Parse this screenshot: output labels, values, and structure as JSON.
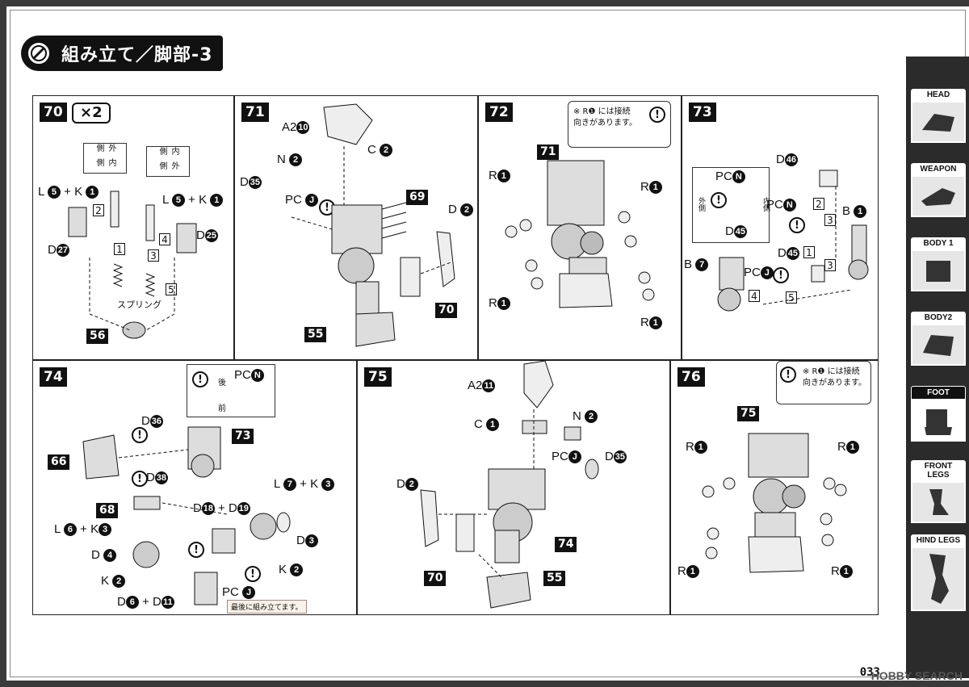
{
  "header": {
    "title": "組み立て／脚部-3"
  },
  "steps": [
    {
      "num": "70",
      "mult": "×2",
      "labels": {
        "l5k1": [
          "L",
          "5",
          "+",
          "K",
          "1"
        ],
        "l5k1b": [
          "L",
          "5",
          "+",
          "K",
          "1"
        ],
        "d27": [
          "D",
          "27"
        ],
        "d25": [
          "D",
          "25"
        ],
        "outer_inner_a": [
          "外側",
          "内側"
        ],
        "inner_outer_b": [
          "内側",
          "外側"
        ],
        "spring": "スプリング",
        "part56": "56",
        "seq": [
          "1",
          "2",
          "3",
          "4",
          "5"
        ]
      }
    },
    {
      "num": "71",
      "labels": {
        "a2_10": [
          "A2",
          "10"
        ],
        "n2": [
          "N",
          "2"
        ],
        "c2": [
          "C",
          "2"
        ],
        "d35": [
          "D",
          "35"
        ],
        "pcj": [
          "PC",
          "J"
        ],
        "d2": [
          "D",
          "2"
        ],
        "p69": "69",
        "p70": "70",
        "p55": "55"
      }
    },
    {
      "num": "72",
      "note": "※ R❶ には接続向きがあります。",
      "labels": {
        "p71": "71",
        "r1": [
          "R",
          "1"
        ]
      }
    },
    {
      "num": "73",
      "labels": {
        "d46": [
          "D",
          "46"
        ],
        "pcn": [
          "PC",
          "N"
        ],
        "outer": "外側",
        "inner": "内側",
        "d45": [
          "D",
          "45"
        ],
        "pcn2": [
          "PC",
          "N"
        ],
        "d45b": [
          "D",
          "45"
        ],
        "b1": [
          "B",
          "1"
        ],
        "b7": [
          "B",
          "7"
        ],
        "pcj": [
          "PC",
          "J"
        ],
        "seq": [
          "1",
          "2",
          "3",
          "4",
          "5"
        ]
      }
    },
    {
      "num": "74",
      "labels": {
        "back": "後",
        "front": "前",
        "pcn": [
          "PC",
          "N"
        ],
        "d36": [
          "D",
          "36"
        ],
        "d38": [
          "D",
          "38"
        ],
        "p66": "66",
        "p73": "73",
        "p68": "68",
        "d18d19": [
          "D",
          "18",
          "+",
          "D",
          "19"
        ],
        "l7k3": [
          "L",
          "7",
          "+",
          "K",
          "3"
        ],
        "l6k3": [
          "L",
          "6",
          "+",
          "K",
          "3"
        ],
        "d4": [
          "D",
          "4"
        ],
        "d3": [
          "D",
          "3"
        ],
        "k2": [
          "K",
          "2"
        ],
        "k2b": [
          "K",
          "2"
        ],
        "d6d11": [
          "D",
          "6",
          "+",
          "D",
          "11"
        ],
        "pcj": [
          "PC",
          "J"
        ],
        "last_note": "最後に組み立てます。"
      }
    },
    {
      "num": "75",
      "labels": {
        "a2_11": [
          "A2",
          "11"
        ],
        "c1": [
          "C",
          "1"
        ],
        "n2": [
          "N",
          "2"
        ],
        "pcj": [
          "PC",
          "J"
        ],
        "d35": [
          "D",
          "35"
        ],
        "d2": [
          "D",
          "2"
        ],
        "p74": "74",
        "p70": "70",
        "p55": "55"
      }
    },
    {
      "num": "76",
      "note": "※ R❶ には接続向きがあります。",
      "labels": {
        "p75": "75",
        "r1": [
          "R",
          "1"
        ]
      }
    }
  ],
  "sidebar": {
    "items": [
      {
        "label": "HEAD",
        "active": false
      },
      {
        "label": "WEAPON",
        "active": false
      },
      {
        "label": "BODY 1",
        "active": false
      },
      {
        "label": "BODY2",
        "active": false
      },
      {
        "label": "FOOT",
        "active": true
      },
      {
        "label": "FRONT LEGS",
        "active": false
      },
      {
        "label": "HIND LEGS",
        "active": false
      }
    ]
  },
  "page_number": "033",
  "watermark": "HOBBY SEARCH"
}
